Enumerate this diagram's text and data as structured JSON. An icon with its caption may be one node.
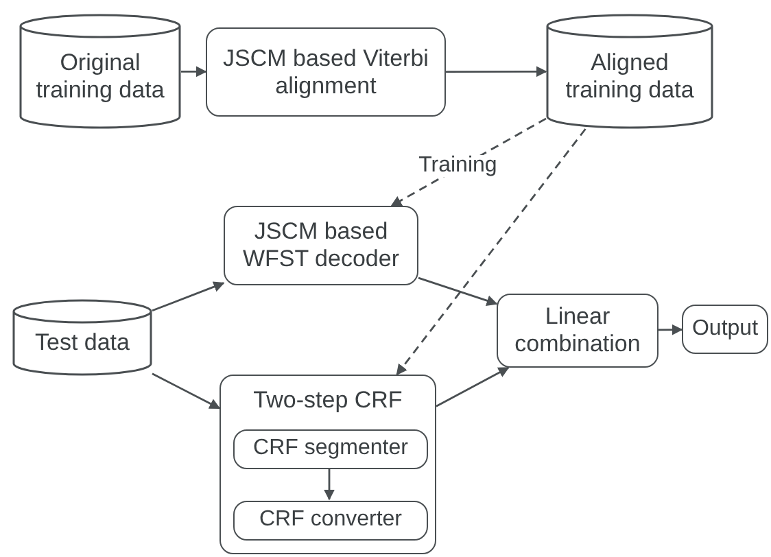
{
  "diagram": {
    "nodes": [
      {
        "text": [
          "Original training data"
        ]
      },
      {
        "text": [
          "JSCM based Viterbi alignment"
        ]
      },
      {
        "text": [
          "Aligned training data"
        ]
      },
      {
        "text": [
          "JSCM based WFST decoder"
        ]
      },
      {
        "text": [
          "Test data"
        ]
      },
      {
        "text": [
          "Linear combination"
        ]
      },
      {
        "text": [
          "Output"
        ]
      },
      {
        "text": [
          "Two-step CRF"
        ]
      },
      {
        "text": [
          "CRF segmenter"
        ],
        "in": 7
      },
      {
        "text": [
          "CRF converter"
        ],
        "in": 7
      }
    ],
    "edges": [
      {
        "from": 0,
        "to": 1,
        "arrow": "to"
      },
      {
        "from": 1,
        "to": 2,
        "arrow": "to"
      },
      {
        "from": 2,
        "to": 3,
        "arrow": "to",
        "style": "dashed",
        "label": "Training"
      },
      {
        "from": 2,
        "to": 7,
        "arrow": "to",
        "style": "dashed"
      },
      {
        "from": 4,
        "to": 3,
        "arrow": "to"
      },
      {
        "from": 4,
        "to": 7,
        "arrow": "to"
      },
      {
        "from": 3,
        "to": 5,
        "arrow": "to"
      },
      {
        "from": 7,
        "to": 5,
        "arrow": "to"
      },
      {
        "from": 5,
        "to": 6,
        "arrow": "to"
      },
      {
        "from": 8,
        "to": 9,
        "arrow": "to"
      }
    ]
  }
}
